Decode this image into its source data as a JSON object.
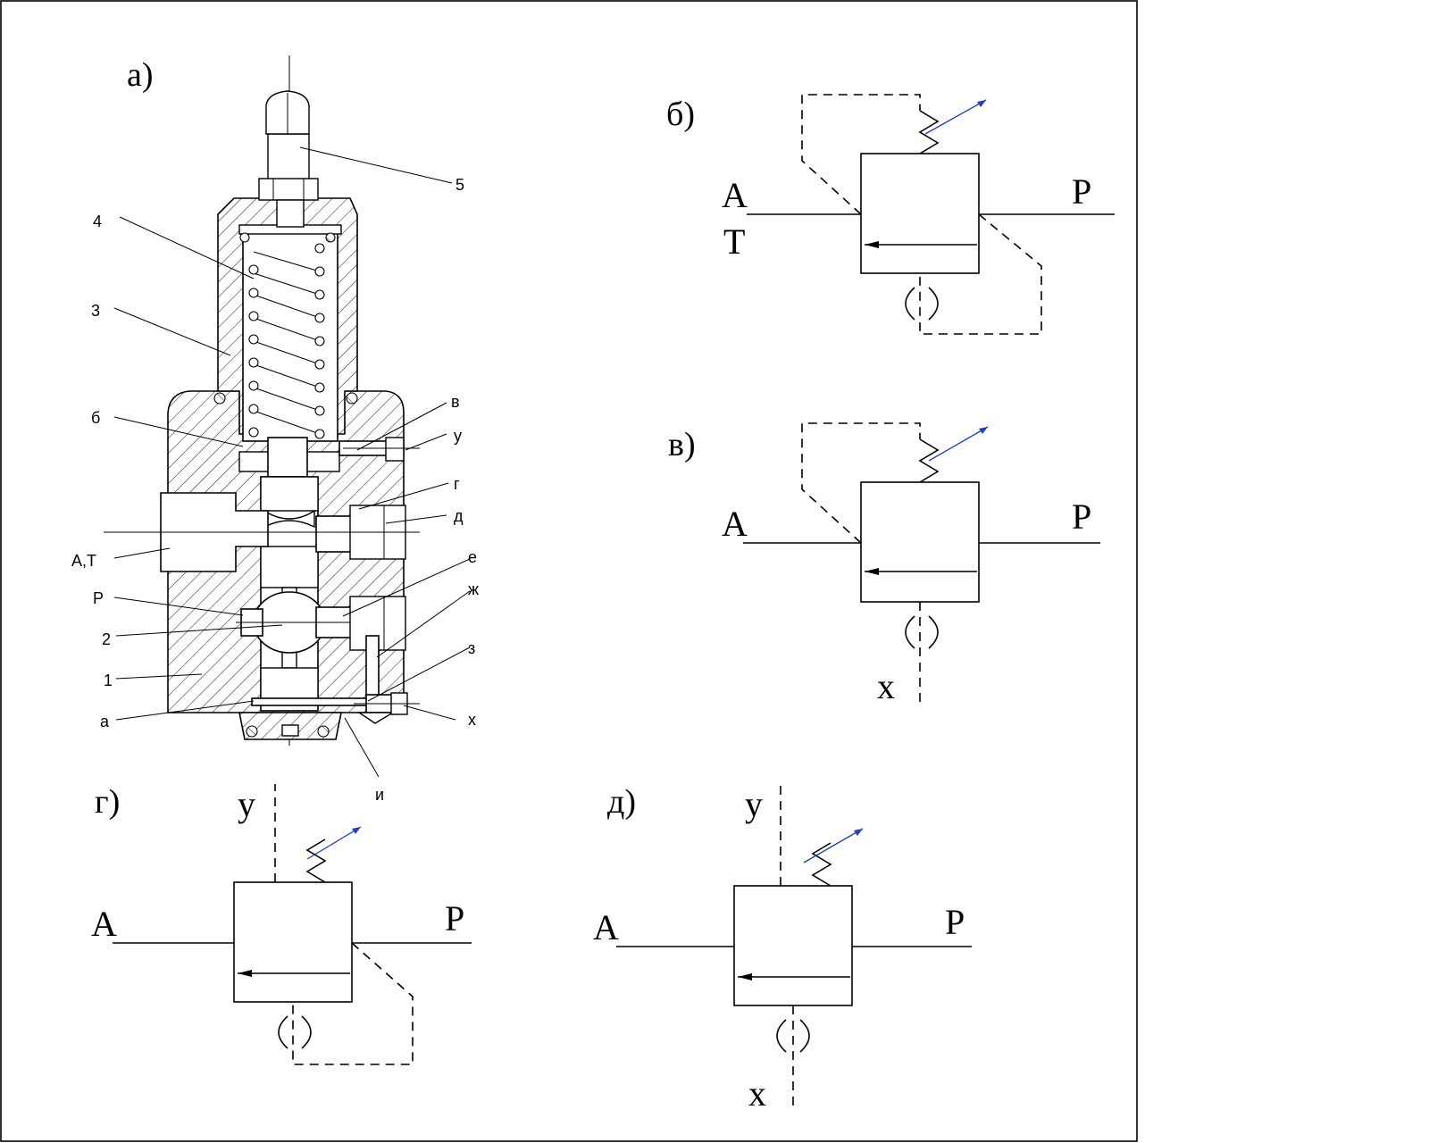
{
  "panels": {
    "a": "а)",
    "b": "б)",
    "v": "в)",
    "g": "г)",
    "d": "д)"
  },
  "section_labels": {
    "n5": "5",
    "n4": "4",
    "n3": "3",
    "b": "б",
    "v": "в",
    "u": "у",
    "g": "г",
    "d": "д",
    "at": "А,Т",
    "e": "е",
    "p": "Р",
    "zh": "ж",
    "n2": "2",
    "z": "з",
    "n1": "1",
    "a": "а",
    "x": "х",
    "i": "и"
  },
  "symbols": {
    "b": {
      "a": "А",
      "t": "Т",
      "p": "Р"
    },
    "v": {
      "a": "А",
      "p": "Р",
      "x": "х"
    },
    "g": {
      "y": "у",
      "a": "А",
      "p": "Р"
    },
    "d": {
      "y": "у",
      "a": "А",
      "p": "Р",
      "x": "х"
    }
  }
}
